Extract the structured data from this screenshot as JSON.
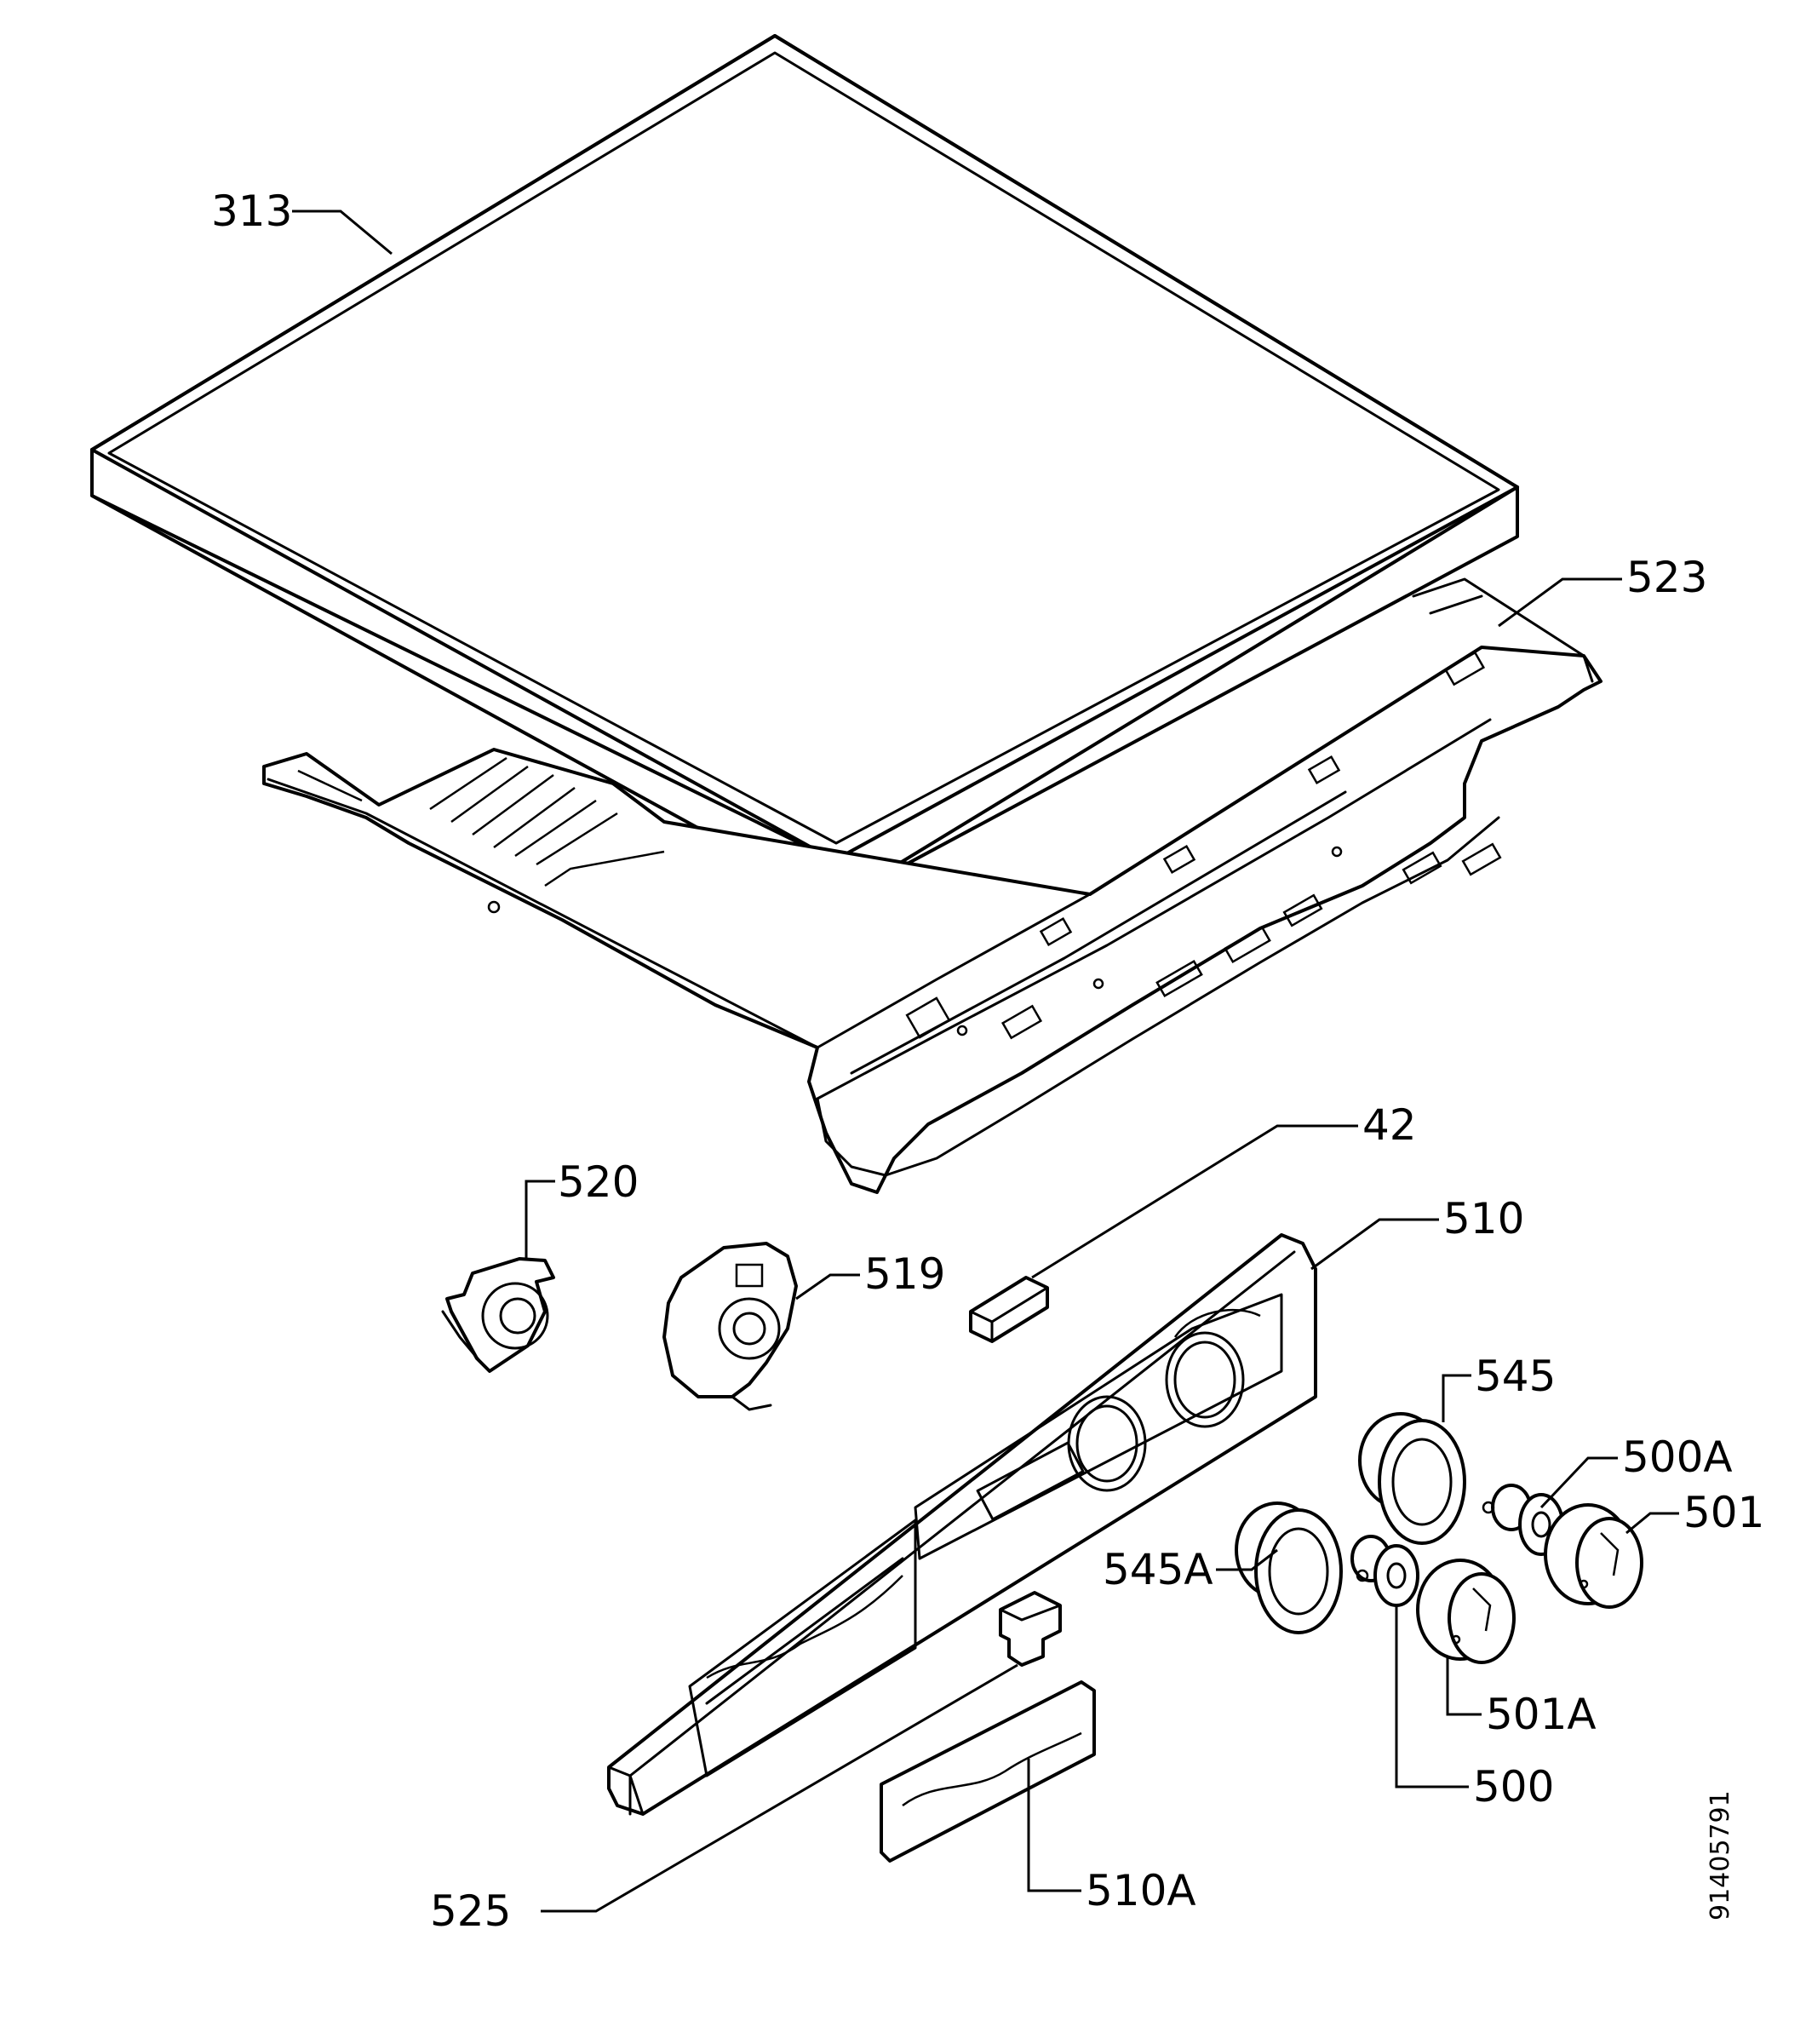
{
  "labels": {
    "l313": "313",
    "l523": "523",
    "l42": "42",
    "l520": "520",
    "l519": "519",
    "l510": "510",
    "l545": "545",
    "l500A": "500A",
    "l501": "501",
    "l545A": "545A",
    "l501A": "501A",
    "l500": "500",
    "l525": "525",
    "l510A": "510A"
  },
  "doc_number": "91405791"
}
